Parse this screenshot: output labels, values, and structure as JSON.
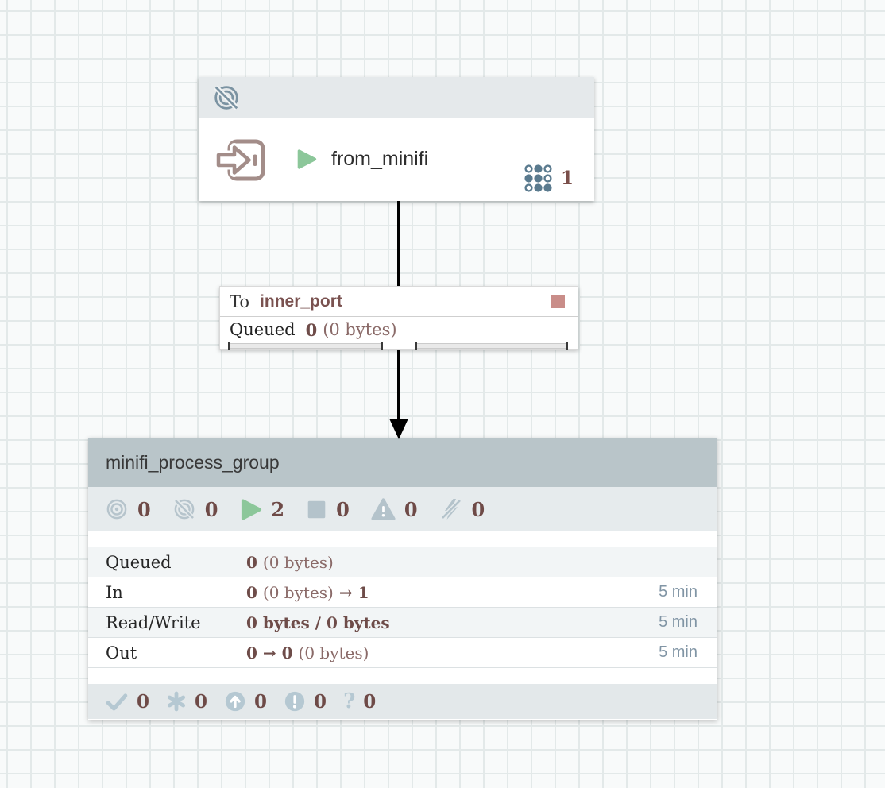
{
  "input_port": {
    "name": "from_minifi",
    "badge_count": "1"
  },
  "connection": {
    "to_label": "To",
    "destination": "inner_port",
    "queued_label": "Queued",
    "queued_count": "0",
    "queued_size": "(0 bytes)"
  },
  "process_group": {
    "name": "minifi_process_group",
    "status_counts": {
      "transmitting": "0",
      "not_transmitting": "0",
      "running": "2",
      "stopped": "0",
      "invalid": "0",
      "disabled": "0"
    },
    "metrics": {
      "queued": {
        "label": "Queued",
        "count": "0",
        "size": "(0 bytes)",
        "window": ""
      },
      "in": {
        "label": "In",
        "count": "0",
        "size": "(0 bytes)",
        "arrow_target": "→ 1",
        "window": "5 min"
      },
      "readwrite": {
        "label": "Read/Write",
        "value": "0 bytes / 0 bytes",
        "window": "5 min"
      },
      "out": {
        "label": "Out",
        "value": "0 → 0",
        "size": "(0 bytes)",
        "window": "5 min"
      }
    },
    "version_counts": {
      "up_to_date": "0",
      "locally_modified": "0",
      "stale": "0",
      "locally_modified_stale": "0",
      "sync_failure": "0"
    }
  },
  "icons": {
    "question_glyph": "?"
  },
  "colors": {
    "value_accent": "#6e4c49",
    "value_light": "#8a6a68",
    "status_icon_gray": "#b4c3cb",
    "running_green": "#8cc79a",
    "port_icon_rose": "#a38d89",
    "connection_stopped_square": "#c98d89",
    "pg_header": "#b9c5c9",
    "time_window": "#8195a5"
  }
}
